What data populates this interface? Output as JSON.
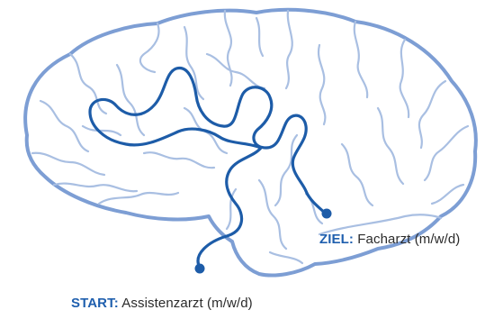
{
  "labels": {
    "goal_key": "ZIEL:",
    "goal_text": "Facharzt (m/w/d)",
    "start_key": "START:",
    "start_text": "Assistenzarzt (m/w/d)"
  },
  "colors": {
    "outline": "#7d9ed4",
    "folds": "#a9bfe2",
    "path": "#1d5ca8",
    "key_text": "#1f5fae",
    "body_text": "#2b2b2b"
  },
  "icons": {
    "start_marker": "dot",
    "goal_marker": "dot"
  }
}
